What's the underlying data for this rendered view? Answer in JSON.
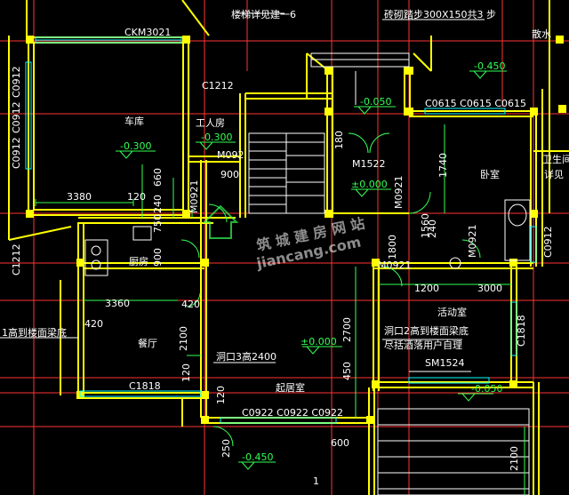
{
  "colors": {
    "background": "#000000",
    "wall": "#ffff00",
    "grid": "#ff3333",
    "green": "#33ff55",
    "cyan": "#00ffff",
    "white": "#ffffff",
    "magenta": "#ff55ff",
    "column": "#ffff00"
  },
  "labels": {
    "stair_note": "楼梯详见建一6",
    "step_note": "砖砌踏步300X150共3 步",
    "scatter_water": "散水",
    "window_garage": "CKM3021",
    "window_c1212_top": "C1212",
    "window_c1212_left": "C1212",
    "window_c0912_a": "C0912",
    "window_c0912_b": "C0912",
    "window_c0912_c": "C0912",
    "window_c0912_right": "C0912",
    "window_c0615": "C0615 C0615 C0615",
    "window_c1818_bottom": "C1818",
    "window_c1818_right": "C1818",
    "window_c0922": "C0922 C0922 C0922",
    "door_m1522": "M1522",
    "door_m0921_a": "M0921",
    "door_m0921_b": "M0921",
    "door_m0921_c": "M0921",
    "door_m0921_d": "M0921",
    "door_m092": "M092",
    "door_sm1524": "SM1524",
    "room_garage": "车库",
    "room_worker": "工人房",
    "room_kitchen": "厨房",
    "room_dining": "餐厅",
    "room_living": "起居室",
    "room_bedroom": "卧室",
    "room_activity": "活动室",
    "room_bath": "卫生间",
    "elev_garage": "-0.300",
    "elev_worker": "-0.300",
    "elev_entry": "-0.050",
    "elev_outside_right": "-0.450",
    "elev_outside_bottom": "-0.450",
    "elev_activity_right": "-0.050",
    "elev_zero_a": "±0.000",
    "elev_zero_b": "±0.000",
    "dim_3380": "3380",
    "dim_3360": "3360",
    "dim_120_a": "120",
    "dim_120_b": "120",
    "dim_120_c": "120",
    "dim_420_a": "420",
    "dim_420_b": "420",
    "dim_900_a": "900",
    "dim_900_b": "900",
    "dim_660": "660",
    "dim_240_a": "240",
    "dim_240_b": "240",
    "dim_180": "180",
    "dim_1740": "1740",
    "dim_1200": "1200",
    "dim_3000": "3000",
    "dim_2700": "2700",
    "dim_2100_a": "2100",
    "dim_2100_b": "2100",
    "dim_450": "450",
    "dim_250": "250",
    "dim_600": "600",
    "dim_1560": "1560",
    "dim_750": "750",
    "dim_1800": "1800",
    "note_opening_left": "1高到楼面梁底",
    "note_opening_3": "洞口3高2400",
    "note_opening_2a": "洞口2高到楼面梁底",
    "note_opening_2b": "尽括酒落用户自理",
    "note_right_partial": "详见",
    "axis_1": "1",
    "watermark_cn": "筑 城 建 房 网 站",
    "watermark_en": "jiancang.com"
  }
}
